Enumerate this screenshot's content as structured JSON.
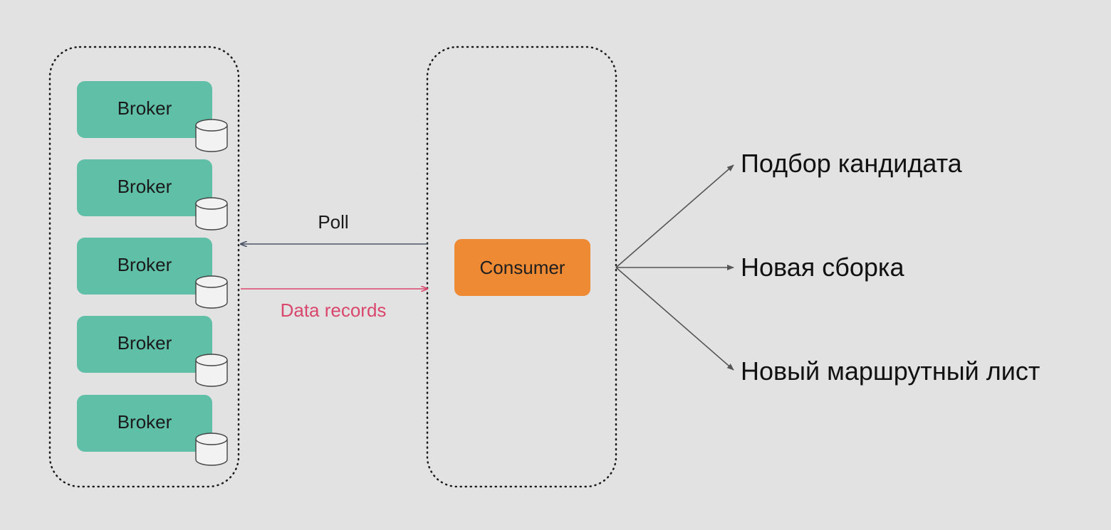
{
  "brokers": [
    {
      "label": "Broker"
    },
    {
      "label": "Broker"
    },
    {
      "label": "Broker"
    },
    {
      "label": "Broker"
    },
    {
      "label": "Broker"
    }
  ],
  "consumer": {
    "label": "Consumer"
  },
  "arrows": {
    "poll": "Poll",
    "data": "Data records"
  },
  "targets": [
    "Подбор кандидата",
    "Новая сборка",
    "Новый маршрутный лист"
  ],
  "colors": {
    "background": "#e2e2e2",
    "broker": "#5fbfa7",
    "consumer": "#ef8a34",
    "data_records": "#d9476c",
    "poll_arrow": "#4d5468",
    "fanout_arrow": "#555555"
  }
}
